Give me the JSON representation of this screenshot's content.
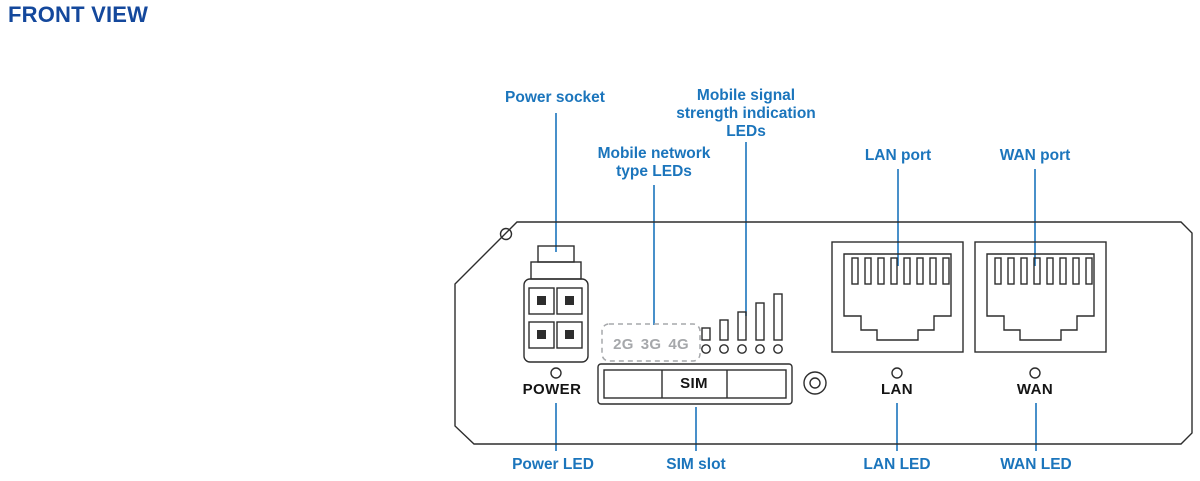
{
  "title": "FRONT VIEW",
  "callouts": {
    "power_socket": "Power socket",
    "mobile_signal": "Mobile signal\nstrength indication\nLEDs",
    "mobile_network": "Mobile network\ntype LEDs",
    "lan_port": "LAN port",
    "wan_port": "WAN port",
    "power_led": "Power LED",
    "sim_slot": "SIM slot",
    "lan_led": "LAN LED",
    "wan_led": "WAN LED"
  },
  "device": {
    "power_label": "POWER",
    "sim_label": "SIM",
    "lan_label": "LAN",
    "wan_label": "WAN",
    "network_leds": [
      "2G",
      "3G",
      "4G"
    ]
  },
  "colors": {
    "label_blue": "#1b75bc",
    "title_blue": "#14489c",
    "line_dark": "#2d2d2d",
    "muted_gray": "#a6a8ab"
  }
}
